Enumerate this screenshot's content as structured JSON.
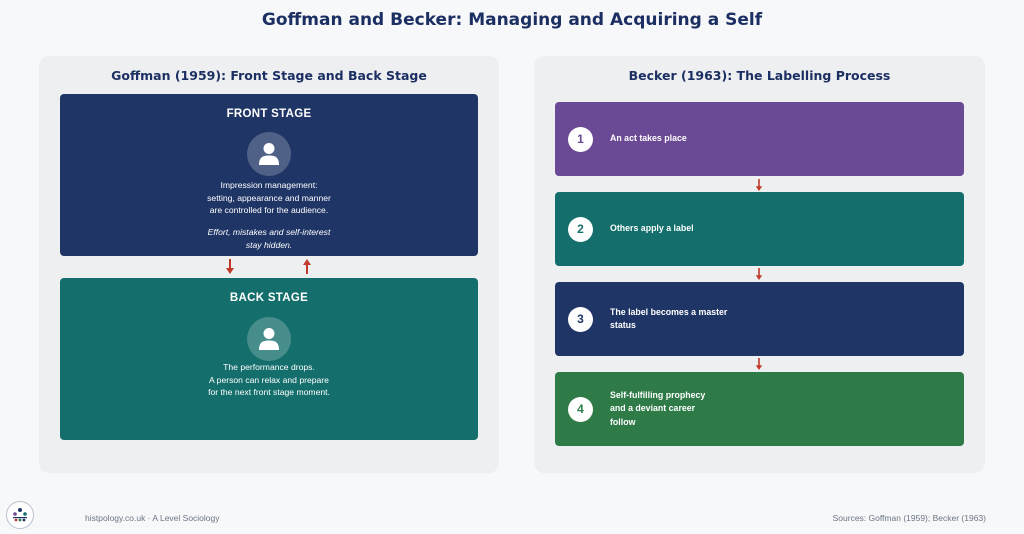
{
  "title": "Goffman and Becker: Managing and Acquiring a Self",
  "left_panel": {
    "title": "Goffman (1959): Front Stage and Back Stage",
    "front": {
      "title": "FRONT STAGE",
      "icon": "person-icon",
      "text_lines": [
        "Impression management:",
        "setting, appearance and manner",
        "are controlled for the audience."
      ],
      "note_lines": [
        "Effort, mistakes and self-interest",
        "stay hidden."
      ],
      "color": "#1f3566"
    },
    "back": {
      "title": "BACK STAGE",
      "icon": "person-icon",
      "text_lines": [
        "The performance drops.",
        "A person can relax and prepare",
        "for the next front stage moment."
      ],
      "color": "#136e6c"
    },
    "arrow_color": "#c0392b"
  },
  "right_panel": {
    "title": "Becker (1963): The Labelling Process",
    "steps": [
      {
        "num": "1",
        "lines": [
          "An act takes place"
        ],
        "color": "#6a4a94"
      },
      {
        "num": "2",
        "lines": [
          "Others apply a label"
        ],
        "color": "#136e6c"
      },
      {
        "num": "3",
        "lines": [
          "The label becomes a master",
          "status"
        ],
        "color": "#1f3566"
      },
      {
        "num": "4",
        "lines": [
          "Self-fulfilling prophecy",
          "and a deviant career",
          "follow"
        ],
        "color": "#2e7b48"
      }
    ]
  },
  "footer": {
    "left": "histpology.co.uk · A Level Sociology",
    "right": "Sources: Goffman (1959); Becker (1963)"
  }
}
